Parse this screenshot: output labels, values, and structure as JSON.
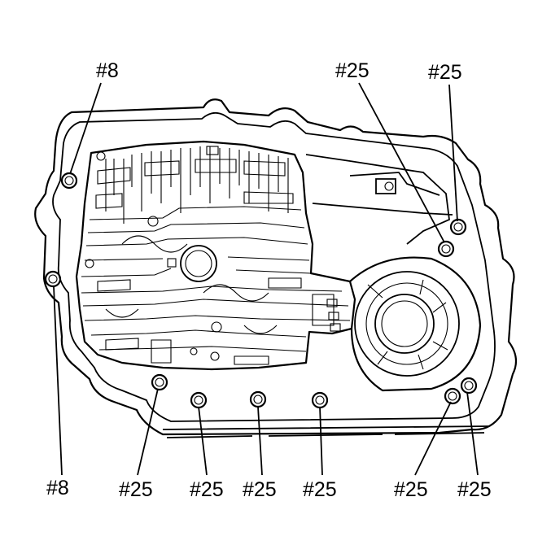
{
  "callouts": {
    "top_left": "#8",
    "top_mid": "#25",
    "top_right": "#25",
    "left_low": "#8",
    "bottom_1": "#25",
    "bottom_2": "#25",
    "bottom_3": "#25",
    "bottom_4": "#25",
    "bottom_5": "#25",
    "bottom_6": "#25"
  },
  "colors": {
    "line": "#000000",
    "background": "#ffffff"
  }
}
